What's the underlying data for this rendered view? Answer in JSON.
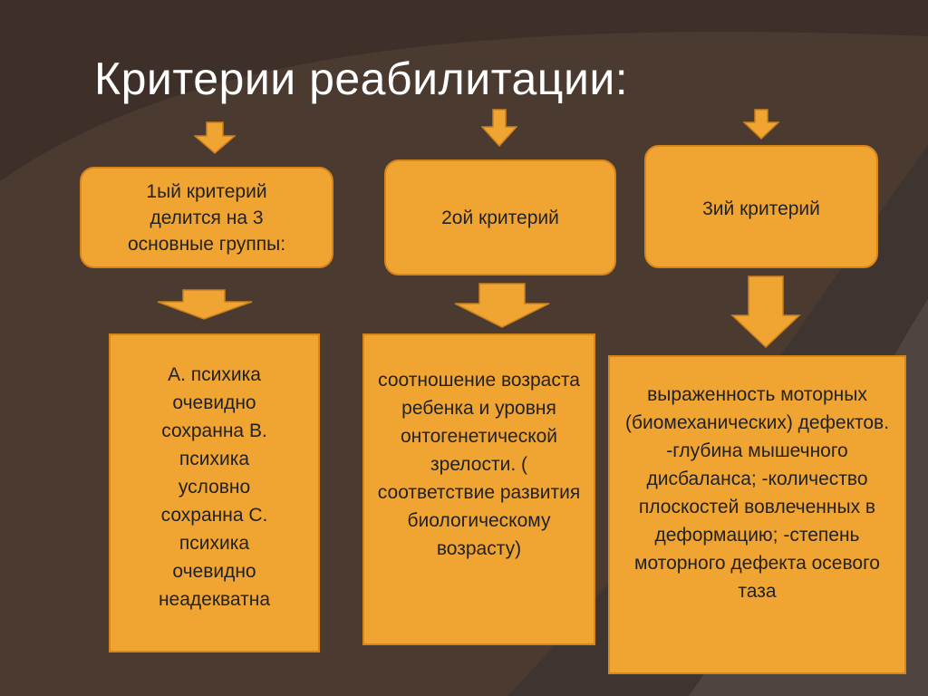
{
  "title": "Критерии реабилитации:",
  "colors": {
    "box_fill": "#f0a432",
    "box_border": "#d8861a",
    "background": "#4a3a30",
    "arrow": "#f0a432"
  },
  "criteria": [
    {
      "header": "1ый критерий делится на 3 основные группы:",
      "body": "А. психика очевидно сохранна В. психика условно сохранна С. психика очевидно неадекватна"
    },
    {
      "header": "2ой критерий",
      "body": "соотношение возраста ребенка и уровня онтогенетической зрелости. ( соответствие развития биологическому возрасту)"
    },
    {
      "header": "3ий критерий",
      "body": "выраженность моторных (биомеханических) дефектов. -глубина мышечного дисбаланса; -количество плоскостей вовлеченных в деформацию; -степень моторного дефекта осевого таза"
    }
  ]
}
